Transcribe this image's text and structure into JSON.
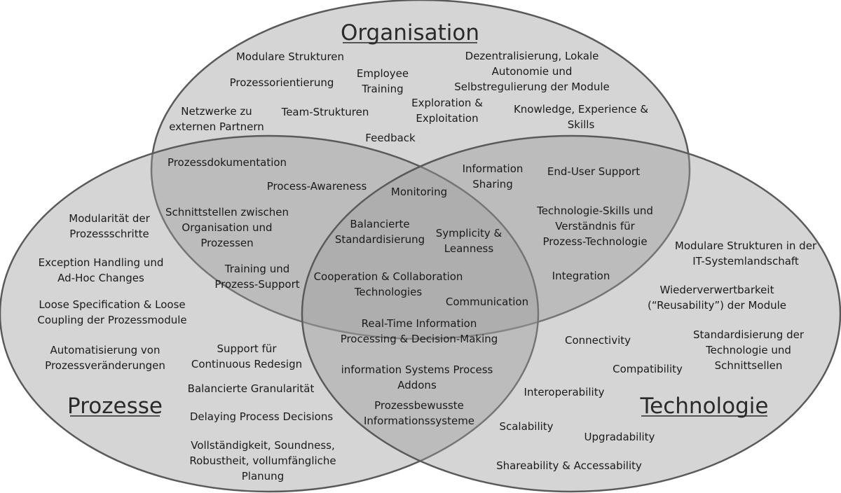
{
  "sets": {
    "organisation": {
      "title": "Organisation",
      "items": [
        [
          "Modulare Strukturen"
        ],
        [
          "Prozessorientierung"
        ],
        [
          "Employee",
          "Training"
        ],
        [
          "Dezentralisierung, Lokale",
          "Autonomie und",
          "Selbstregulierung der Module"
        ],
        [
          "Netzwerke zu",
          "externen Partnern"
        ],
        [
          "Team-Strukturen"
        ],
        [
          "Exploration &",
          "Exploitation"
        ],
        [
          "Knowledge, Experience &",
          "Skills"
        ],
        [
          "Feedback"
        ]
      ]
    },
    "prozesse": {
      "title": "Prozesse",
      "items": [
        [
          "Modularität der",
          "Prozessschritte"
        ],
        [
          "Exception Handling und",
          "Ad-Hoc Changes"
        ],
        [
          "Loose Specification & Loose",
          "Coupling der Prozessmodule"
        ],
        [
          "Automatisierung von",
          "Prozessveränderungen"
        ],
        [
          "Support für",
          "Continuous Redesign"
        ],
        [
          "Balancierte Granularität"
        ],
        [
          "Delaying Process Decisions"
        ],
        [
          "Vollständigkeit, Soundness,",
          "Robustheit, vollumfängliche",
          "Planung"
        ]
      ]
    },
    "technologie": {
      "title": "Technologie",
      "items": [
        [
          "Modulare Strukturen in der",
          "IT-Systemlandschaft"
        ],
        [
          "Wiederverwertbarkeit",
          "(“Reusability”) der Module"
        ],
        [
          "Standardisierung der",
          "Technologie und",
          "Schnittsellen"
        ],
        [
          "Connectivity"
        ],
        [
          "Compatibility"
        ],
        [
          "Interoperability"
        ],
        [
          "Scalability"
        ],
        [
          "Upgradability"
        ],
        [
          "Shareability & Accessability"
        ]
      ]
    }
  },
  "intersections": {
    "organisation_prozesse": [
      [
        "Prozessdokumentation"
      ],
      [
        "Process-Awareness"
      ],
      [
        "Schnittstellen zwischen",
        "Organisation und",
        "Prozessen"
      ],
      [
        "Training und",
        "Prozess-Support"
      ]
    ],
    "organisation_technologie": [
      [
        "Information",
        "Sharing"
      ],
      [
        "End-User Support"
      ],
      [
        "Technologie-Skills und",
        "Verständnis für",
        "Prozess-Technologie"
      ],
      [
        "Integration"
      ]
    ],
    "prozesse_technologie": [
      [
        "information Systems Process",
        "Addons"
      ],
      [
        "Prozessbewusste",
        "Informationssysteme"
      ]
    ],
    "all_three": [
      [
        "Monitoring"
      ],
      [
        "Balancierte",
        "Standardisierung"
      ],
      [
        "Symplicity &",
        "Leanness"
      ],
      [
        "Cooperation & Collaboration",
        "Technologies"
      ],
      [
        "Communication"
      ],
      [
        "Real-Time Information",
        "Processing & Decision-Making"
      ]
    ]
  }
}
